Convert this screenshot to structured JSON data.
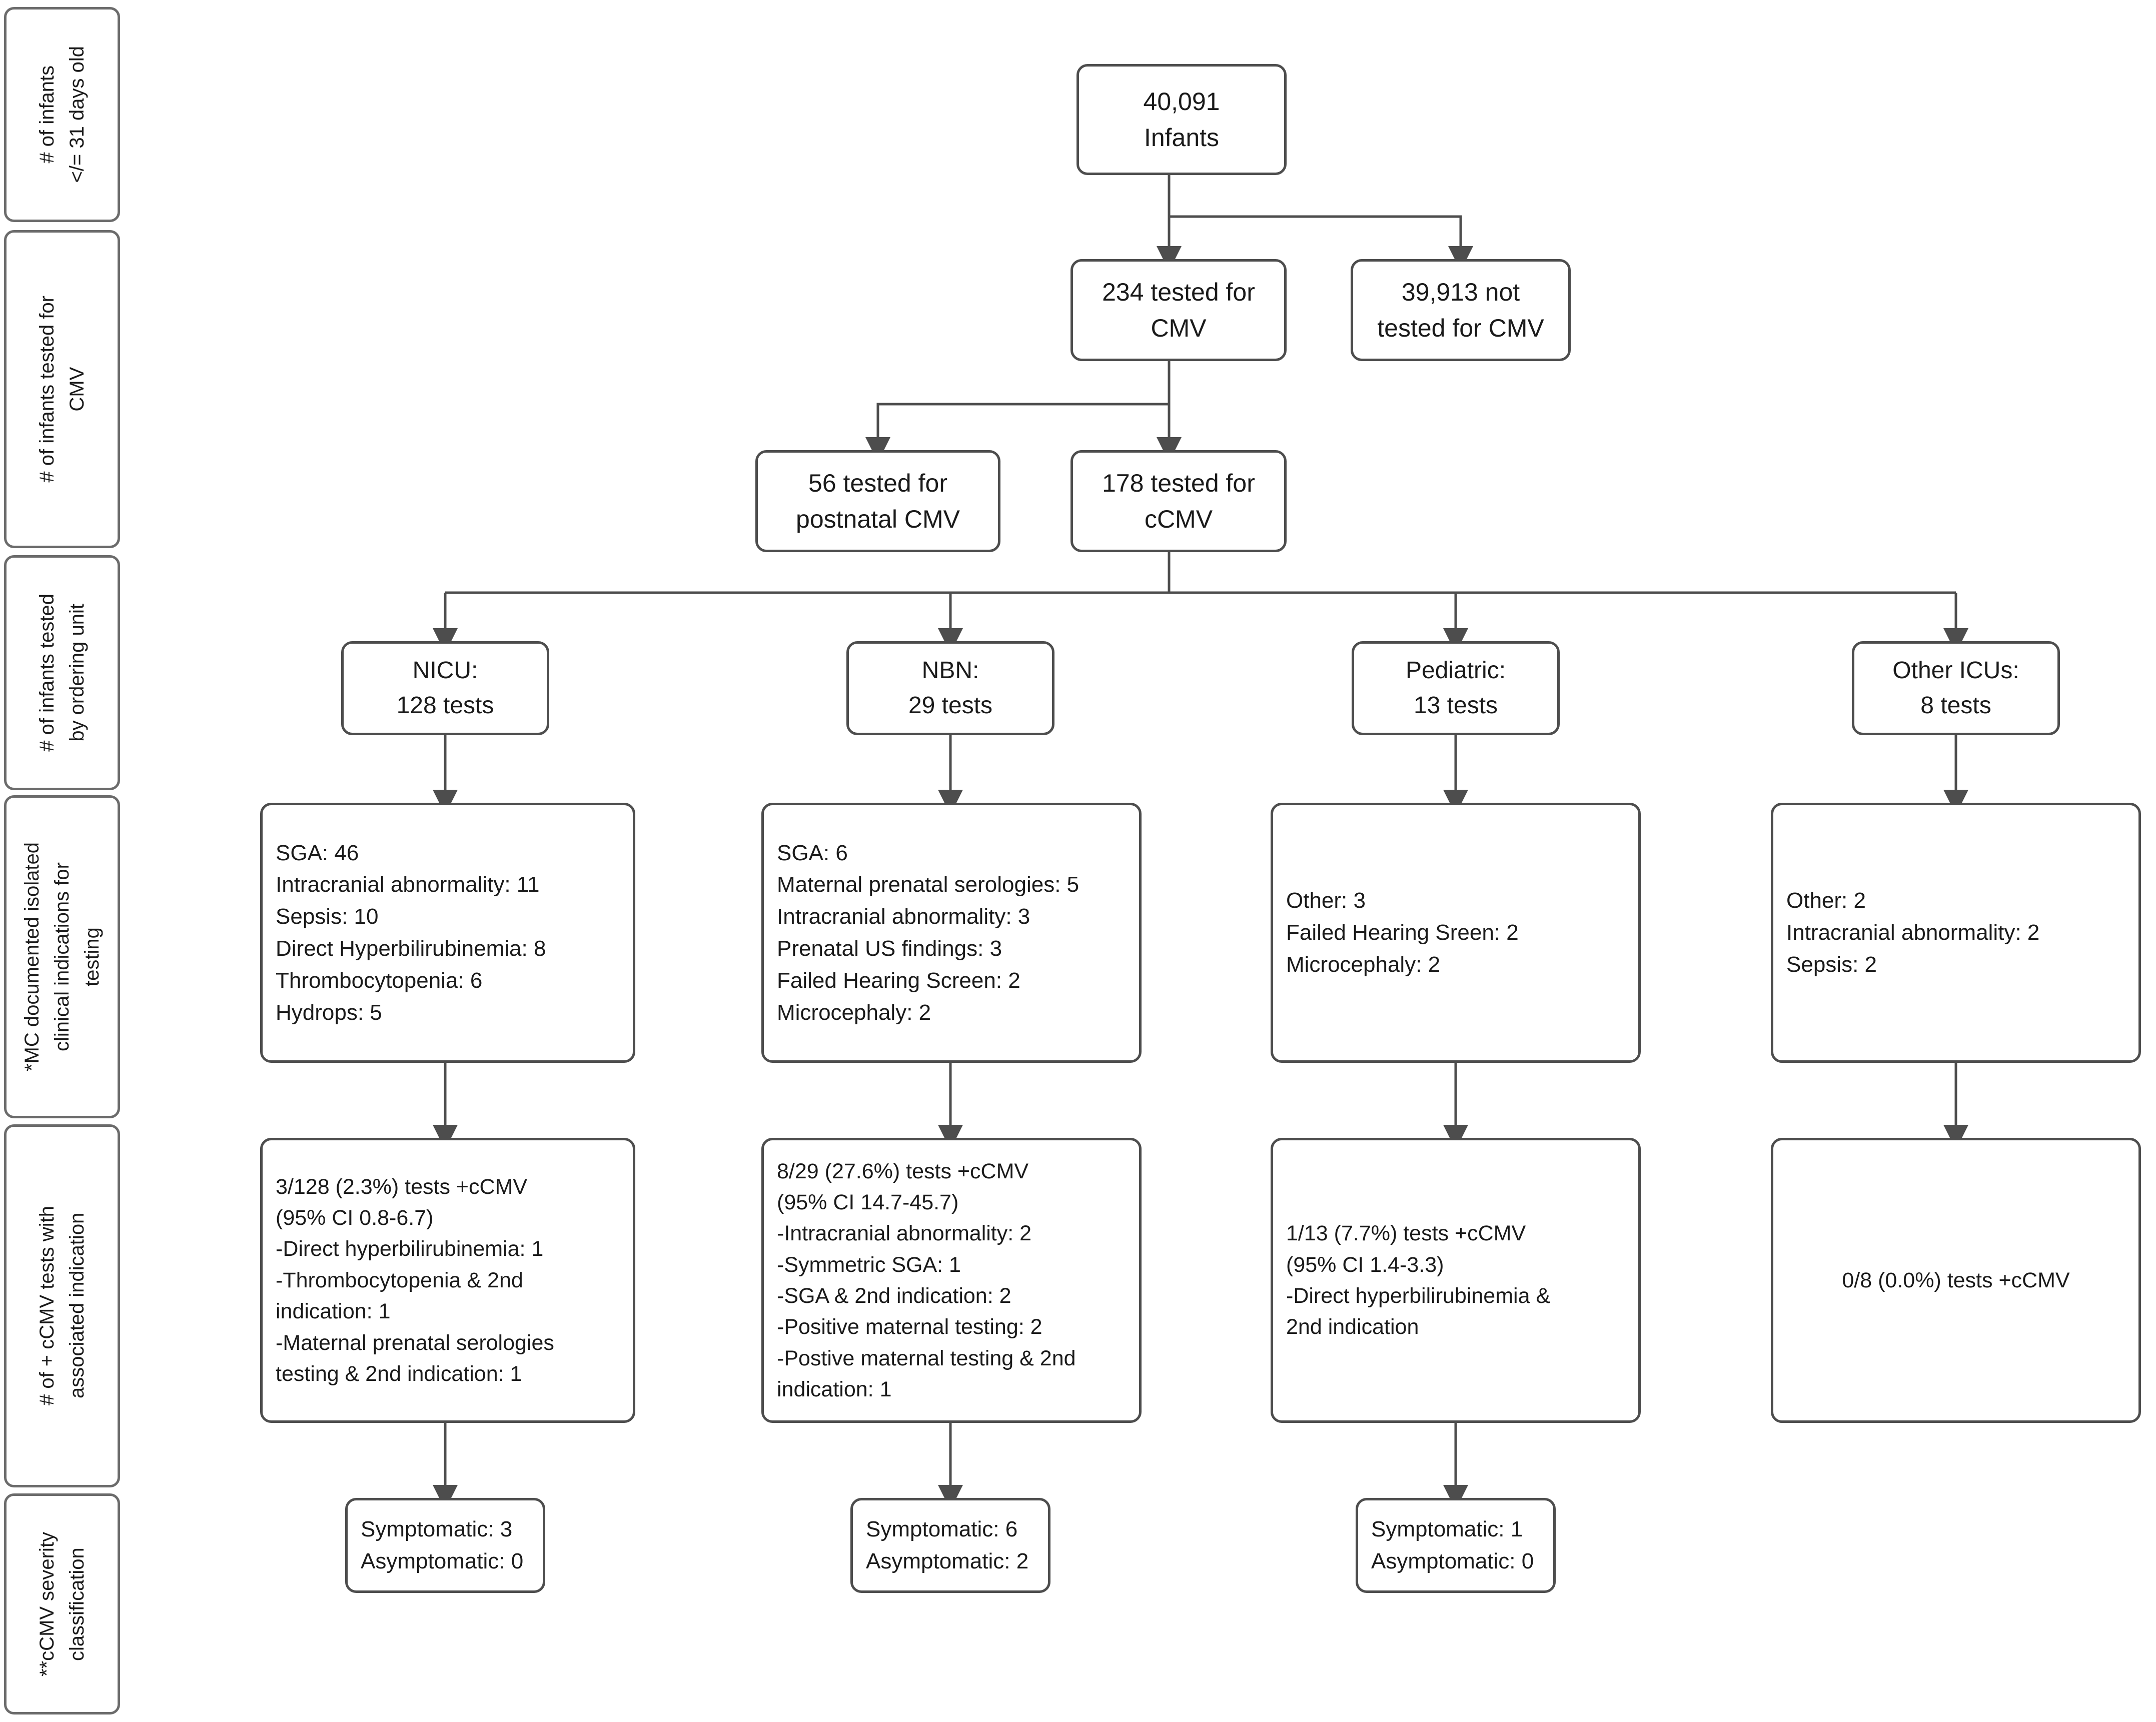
{
  "figure": {
    "type": "flowchart",
    "orientation": "top-down",
    "title": "CMV testing cascade among infants <= 31 days old"
  },
  "stage_labels": [
    {
      "id": "stage-infants",
      "text": "# of infants\n</= 31 days old"
    },
    {
      "id": "stage-tested",
      "text": "# of infants tested for\nCMV"
    },
    {
      "id": "stage-ordering-unit",
      "text": "# of infants tested\nby ordering unit"
    },
    {
      "id": "stage-indications",
      "text": "*MC documented isolated\nclinical indications for\ntesting"
    },
    {
      "id": "stage-positive",
      "text": "# of + cCMV tests with\nassociated  indication"
    },
    {
      "id": "stage-severity",
      "text": "**cCMV severity\nclassification"
    }
  ],
  "nodes": {
    "total_infants": "40,091\nInfants",
    "tested_cmv": "234 tested for\nCMV",
    "not_tested_cmv": "39,913 not\ntested for CMV",
    "tested_postnatal": "56 tested for\npostnatal CMV",
    "tested_ccmv": "178 tested for\ncCMV",
    "unit_nicu": "NICU:\n128 tests",
    "unit_nbn": "NBN:\n29 tests",
    "unit_pediatric": "Pediatric:\n13 tests",
    "unit_other_icus": "Other ICUs:\n8 tests",
    "indications_nicu": "SGA: 46\nIntracranial abnormality: 11\nSepsis: 10\nDirect Hyperbilirubinemia: 8\nThrombocytopenia: 6\nHydrops: 5",
    "indications_nbn": "SGA: 6\nMaternal prenatal serologies: 5\nIntracranial abnormality: 3\nPrenatal US findings: 3\nFailed Hearing Screen: 2\nMicrocephaly: 2",
    "indications_pediatric": "Other: 3\nFailed Hearing Sreen: 2\nMicrocephaly: 2",
    "indications_other": "Other: 2\nIntracranial abnormality: 2\nSepsis: 2",
    "results_nicu": "3/128 (2.3%) tests +cCMV\n(95% CI 0.8-6.7)\n-Direct hyperbilirubinemia: 1\n-Thrombocytopenia & 2nd\nindication: 1\n-Maternal prenatal serologies\ntesting & 2nd indication: 1",
    "results_nbn": "8/29 (27.6%) tests +cCMV\n(95% CI 14.7-45.7)\n-Intracranial abnormality: 2\n-Symmetric SGA: 1\n-SGA & 2nd indication: 2\n-Positive maternal testing: 2\n-Postive maternal testing & 2nd\nindication: 1",
    "results_pediatric": "1/13 (7.7%) tests +cCMV\n(95% CI 1.4-3.3)\n-Direct hyperbilirubinemia &\n2nd indication",
    "results_other": "0/8 (0.0%) tests +cCMV",
    "severity_nicu": "Symptomatic: 3\nAsymptomatic: 0",
    "severity_nbn": "Symptomatic: 6\nAsymptomatic: 2",
    "severity_pediatric": "Symptomatic: 1\nAsymptomatic: 0"
  },
  "colors": {
    "box_border": "#4d4d4d",
    "stage_border": "#6b6b6b",
    "connector": "#4d4d4d",
    "text": "#1a1a1a",
    "background": "#ffffff"
  }
}
